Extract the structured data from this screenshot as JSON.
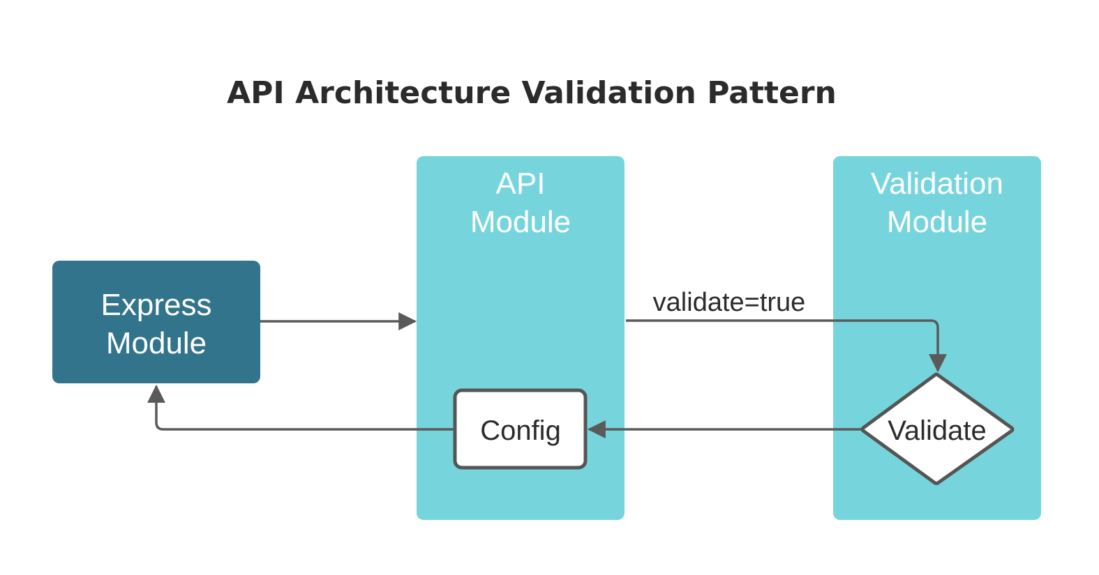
{
  "title": "API Architecture Validation Pattern",
  "colors": {
    "lane": "#76d5dc",
    "express": "#32748c",
    "edge": "#5a5a5a",
    "node_border": "#555555",
    "node_fill": "#ffffff"
  },
  "lanes": [
    {
      "id": "api",
      "label_lines": [
        "API",
        "Module"
      ]
    },
    {
      "id": "validation",
      "label_lines": [
        "Validation",
        "Module"
      ]
    }
  ],
  "nodes": [
    {
      "id": "express",
      "label_lines": [
        "Express",
        "Module"
      ],
      "shape": "rounded-rect"
    },
    {
      "id": "config",
      "label": "Config",
      "shape": "rounded-rect"
    },
    {
      "id": "validate",
      "label": "Validate",
      "shape": "diamond"
    }
  ],
  "edges": [
    {
      "from": "express",
      "to": "api",
      "label": ""
    },
    {
      "from": "api",
      "to": "validate",
      "label": "validate=true"
    },
    {
      "from": "validate",
      "to": "config",
      "label": ""
    },
    {
      "from": "config",
      "to": "express",
      "label": ""
    }
  ]
}
